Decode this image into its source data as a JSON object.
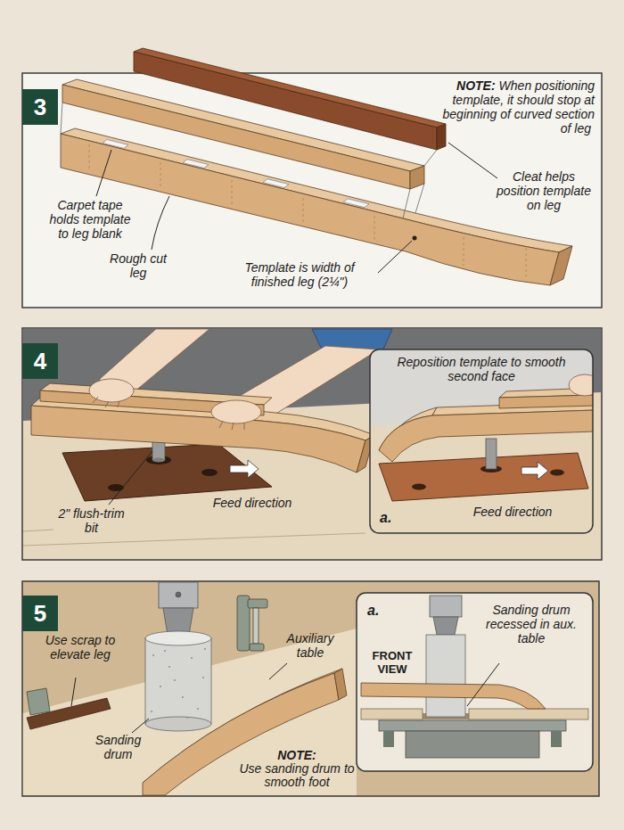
{
  "diagram": {
    "nodes": [
      {
        "text": [
          "3"
        ]
      },
      {
        "text": [
          "4"
        ]
      },
      {
        "text": [
          "5"
        ]
      }
    ],
    "labels": [
      "NOTE:",
      "When positioning template, it should stop at beginning of curved section of leg",
      "Carpet tape holds template to leg blank",
      "Cleat helps position template on leg",
      "Rough cut leg",
      "Template is width of finished leg (2¼\")",
      "2\" flush-trim bit",
      "Feed direction",
      "a.",
      "Reposition template to smooth second face",
      "Feed direction",
      "Use scrap to elevate leg",
      "Auxiliary table",
      "Sanding drum",
      "NOTE:",
      "Use sanding drum to smooth foot",
      "a.",
      "FRONT VIEW",
      "Sanding drum recessed in aux. table"
    ]
  }
}
